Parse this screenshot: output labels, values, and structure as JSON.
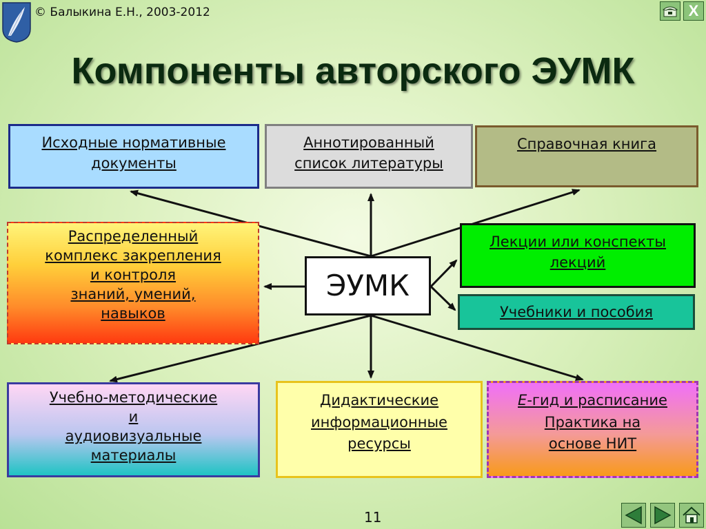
{
  "header": {
    "copyright": "© Балыкина Е.Н., 2003-2012",
    "title": "Компоненты авторского ЭУМК"
  },
  "center": {
    "label": "ЭУМК"
  },
  "boxes": {
    "normative": {
      "lines": [
        "Исходные нормативные",
        "документы"
      ]
    },
    "annotated": {
      "lines": [
        "Аннотированный",
        "список литературы"
      ]
    },
    "reference": {
      "lines": [
        "Справочная книга"
      ]
    },
    "distributed": {
      "lines": [
        "Распределенный",
        "комплекс закрепления",
        "и контроля",
        "знаний, умений,",
        "навыков"
      ]
    },
    "lectures": {
      "lines": [
        "Лекции или конспекты",
        "лекций"
      ]
    },
    "textbooks": {
      "lines": [
        "Учебники и пособия"
      ]
    },
    "multimedia": {
      "lines": [
        "Учебно-методические",
        "и",
        "аудиовизуальные",
        "материалы"
      ]
    },
    "didactic": {
      "lines": [
        "Дидактические",
        "информационные",
        "ресурсы"
      ]
    },
    "egid": {
      "prefix": "E",
      "line1_rest": "-гид и расписание",
      "lines": [
        "Практика на",
        "основе НИТ"
      ]
    }
  },
  "footer": {
    "page_number": "11"
  },
  "icons": {
    "logo": "quill-shield-icon",
    "phone": "phone-icon",
    "close": "close-icon",
    "prev": "triangle-left-icon",
    "next": "triangle-right-icon",
    "home": "home-icon"
  },
  "top_buttons": {
    "close_label": "X"
  }
}
